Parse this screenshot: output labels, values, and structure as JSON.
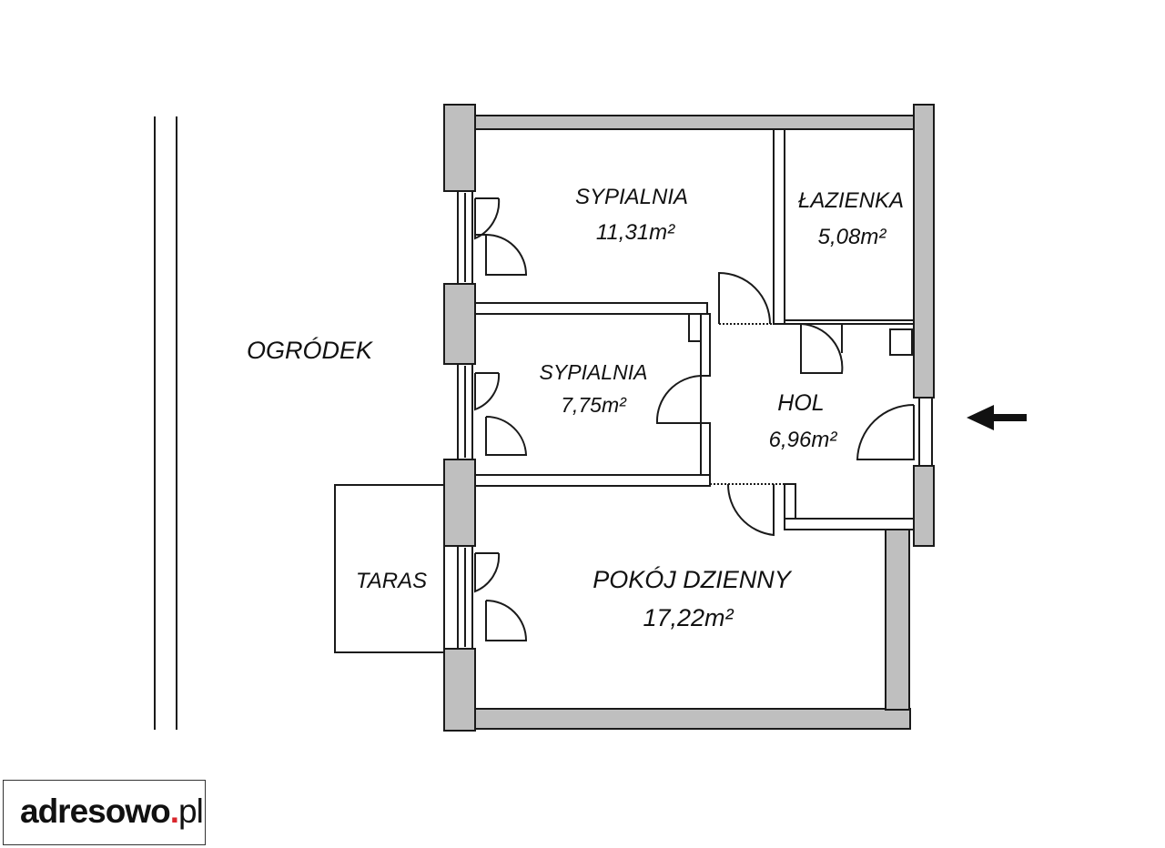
{
  "rooms": {
    "ogrodek": {
      "name": "OGRÓDEK"
    },
    "sypialnia1": {
      "name": "SYPIALNIA",
      "area": "11,31m²"
    },
    "lazienka": {
      "name": "ŁAZIENKA",
      "area": "5,08m²"
    },
    "sypialnia2": {
      "name": "SYPIALNIA",
      "area": "7,75m²"
    },
    "hol": {
      "name": "HOL",
      "area": "6,96m²"
    },
    "taras": {
      "name": "TARAS"
    },
    "pokoj": {
      "name": "POKÓJ DZIENNY",
      "area": "17,22m²"
    }
  },
  "logo": {
    "main": "adresowo",
    "dot": ".",
    "tld": "pl"
  },
  "colors": {
    "wall": "#bfbfbf",
    "outline": "#1a1a1a",
    "text": "#111111",
    "logo_dot": "#d9262c"
  },
  "icons": {
    "entrance": "arrow-left-icon"
  }
}
